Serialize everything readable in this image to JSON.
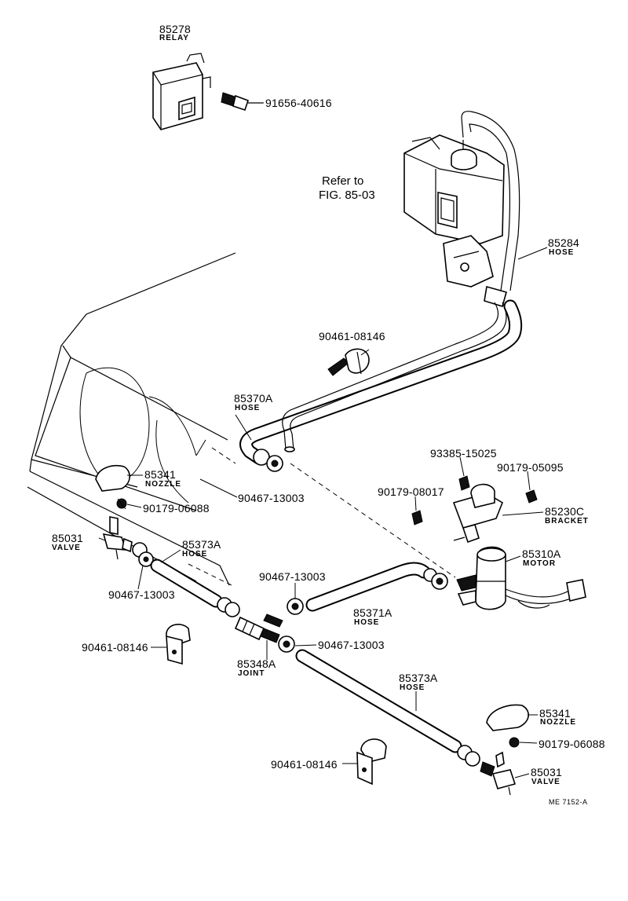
{
  "diagram": {
    "figure_code": "ME 7152-A",
    "reference_note": {
      "line1": "Refer to",
      "line2": "FIG. 85-03"
    },
    "parts": {
      "relay": {
        "number": "85278",
        "name": "RELAY"
      },
      "bolt_relay": {
        "number": "91656-40616"
      },
      "tank_hose": {
        "number": "85284",
        "name": "HOSE"
      },
      "clamp_upper": {
        "number": "90461-08146"
      },
      "hose_upper": {
        "number": "85370A",
        "name": "HOSE"
      },
      "clip_upper": {
        "number": "90467-13003"
      },
      "nozzle_left": {
        "number": "85341",
        "name": "NOZZLE"
      },
      "nut_left_nozzle": {
        "number": "90179-06088"
      },
      "valve_left": {
        "number": "85031",
        "name": "VALVE"
      },
      "hose_left": {
        "number": "85373A",
        "name": "HOSE"
      },
      "clip_left": {
        "number": "90467-13003"
      },
      "clamp_left": {
        "number": "90461-08146"
      },
      "screw_bracket": {
        "number": "93385-15025"
      },
      "nut_bracket_right": {
        "number": "90179-05095"
      },
      "nut_bracket_left": {
        "number": "90179-08017"
      },
      "bracket": {
        "number": "85230C",
        "name": "BRACKET"
      },
      "motor": {
        "number": "85310A",
        "name": "MOTOR"
      },
      "clip_middle": {
        "number": "90467-13003"
      },
      "hose_middle": {
        "number": "85371A",
        "name": "HOSE"
      },
      "clip_joint": {
        "number": "90467-13003"
      },
      "joint": {
        "number": "85348A",
        "name": "JOINT"
      },
      "hose_right": {
        "number": "85373A",
        "name": "HOSE"
      },
      "nozzle_right": {
        "number": "85341",
        "name": "NOZZLE"
      },
      "nut_right_nozzle": {
        "number": "90179-06088"
      },
      "clamp_lower": {
        "number": "90461-08146"
      },
      "valve_right": {
        "number": "85031",
        "name": "VALVE"
      }
    }
  }
}
